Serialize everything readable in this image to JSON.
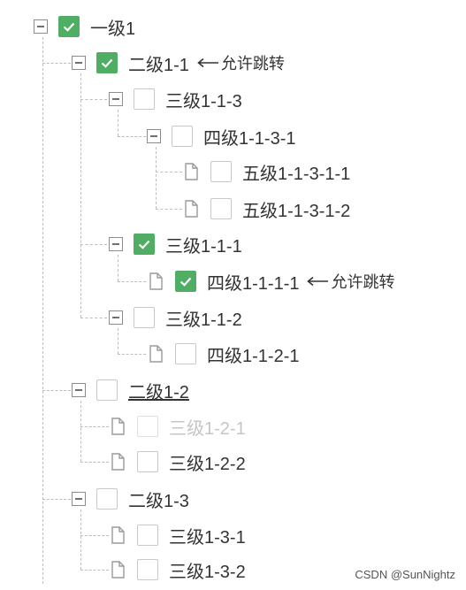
{
  "tree": {
    "nodes": [
      {
        "label": "一级1"
      },
      {
        "label": "二级1-1",
        "annotation": "允许跳转"
      },
      {
        "label": "三级1-1-3"
      },
      {
        "label": "四级1-1-3-1"
      },
      {
        "label": "五级1-1-3-1-1"
      },
      {
        "label": "五级1-1-3-1-2"
      },
      {
        "label": "三级1-1-1"
      },
      {
        "label": "四级1-1-1-1",
        "annotation": "允许跳转"
      },
      {
        "label": "三级1-1-2"
      },
      {
        "label": "四级1-1-2-1"
      },
      {
        "label": "二级1-2"
      },
      {
        "label": "三级1-2-1"
      },
      {
        "label": "三级1-2-2"
      },
      {
        "label": "二级1-3"
      },
      {
        "label": "三级1-3-1"
      },
      {
        "label": "三级1-3-2"
      }
    ]
  },
  "colors": {
    "checked": "#4fae63",
    "guide": "#bdbdbd",
    "text": "#333333",
    "disabled_text": "#c5c5c5"
  },
  "icons": {
    "collapse": "minus-square-icon",
    "leaf": "document-icon",
    "checkmark": "check-icon",
    "annotation_arrow": "arrow-left-icon"
  },
  "footer": {
    "watermark": "CSDN @SunNightz"
  }
}
